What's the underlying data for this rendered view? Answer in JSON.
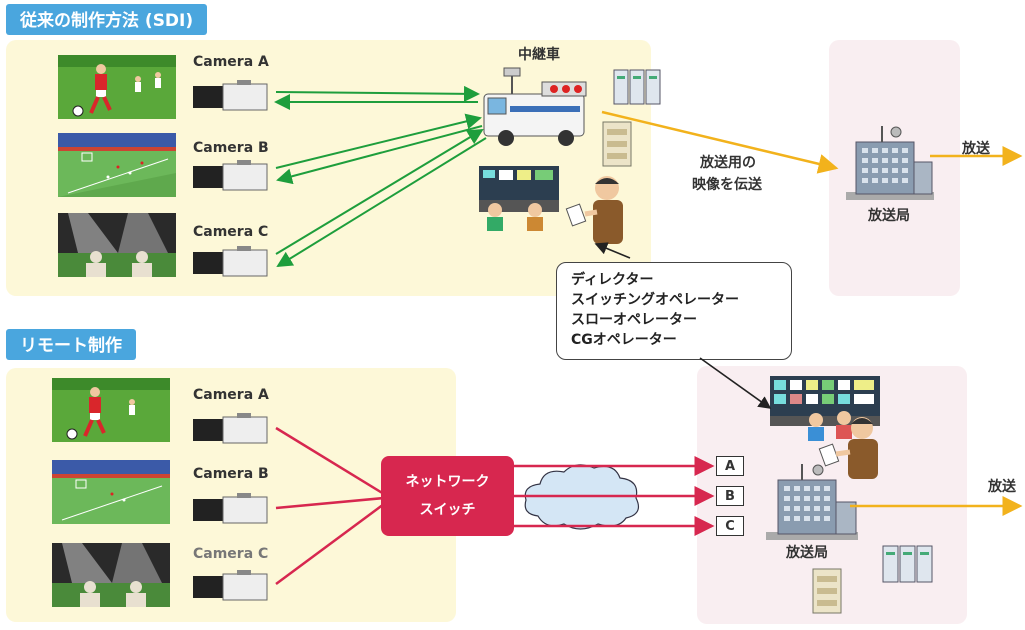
{
  "section_sdi": {
    "label": "従来の制作方法 (SDI)"
  },
  "section_remote": {
    "label": "リモート制作"
  },
  "sdi": {
    "cameras": [
      "Camera A",
      "Camera B",
      "Camera C"
    ],
    "relay_truck_label": "中継車",
    "transmit_label_line1": "放送用の",
    "transmit_label_line2": "映像を伝送",
    "station_label": "放送局",
    "broadcast_label": "放送"
  },
  "roles": {
    "line1": "ディレクター",
    "line2": "スイッチングオペレーター",
    "line3": "スローオペレーター",
    "line4": "CGオペレーター"
  },
  "remote": {
    "cameras": [
      "Camera A",
      "Camera B",
      "Camera C"
    ],
    "switch_line1": "ネットワーク",
    "switch_line2": "スイッチ",
    "ports": [
      "A",
      "B",
      "C"
    ],
    "station_label": "放送局",
    "broadcast_label": "放送"
  },
  "colors": {
    "section_blue": "#4aa6de",
    "sdi_arrow_green": "#1e9e3c",
    "remote_arrow_red": "#d7274f",
    "broadcast_orange": "#f2b21c",
    "panel_yellow": "#fdf8d8",
    "panel_pink": "#f9eef1"
  }
}
